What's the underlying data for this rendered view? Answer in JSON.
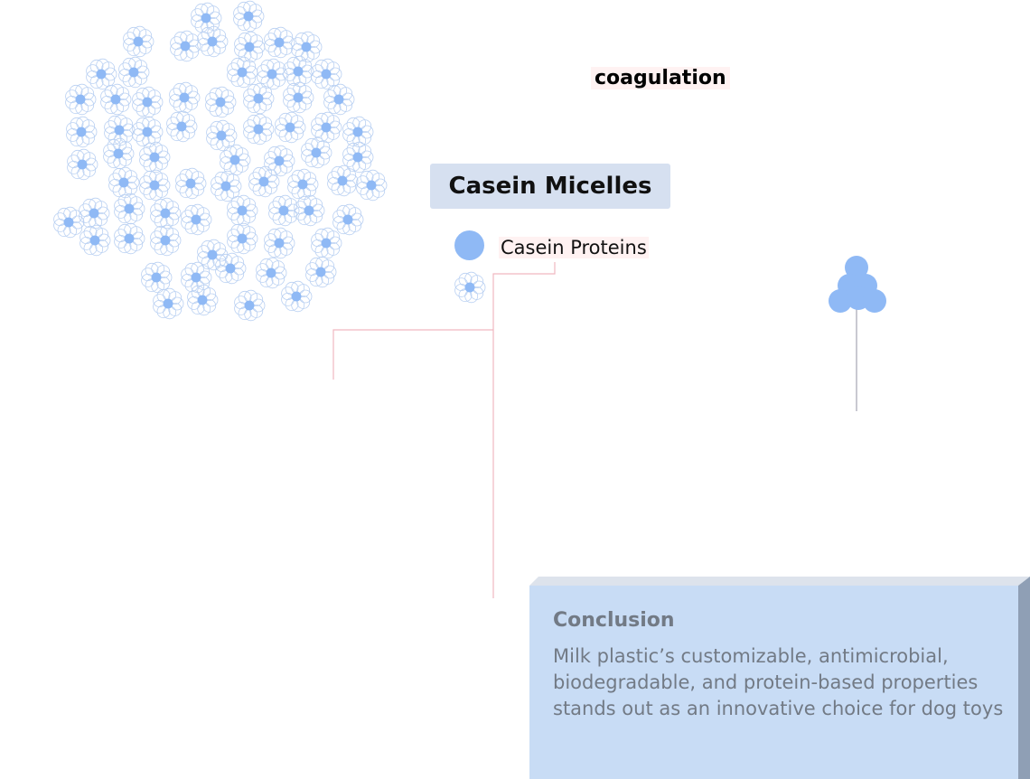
{
  "diagram": {
    "coagulation_label": "coagulation",
    "title": "Casein Micelles",
    "legend": {
      "protein_label": "Casein Proteins",
      "protein_color": "#8fb9f5",
      "micelle_outline_color": "#b9d0f2"
    },
    "connector_color": "#f0b8c0",
    "conclusion": {
      "heading": "Conclusion",
      "body": "Milk plastic’s customizable, antimicrobial, biodegradable, and protein-based properties stands out as an innovative choice for dog toys",
      "fill_color": "#c8dcf5",
      "edge_color": "#dde3ec",
      "side_color": "#8f9fb5"
    }
  }
}
